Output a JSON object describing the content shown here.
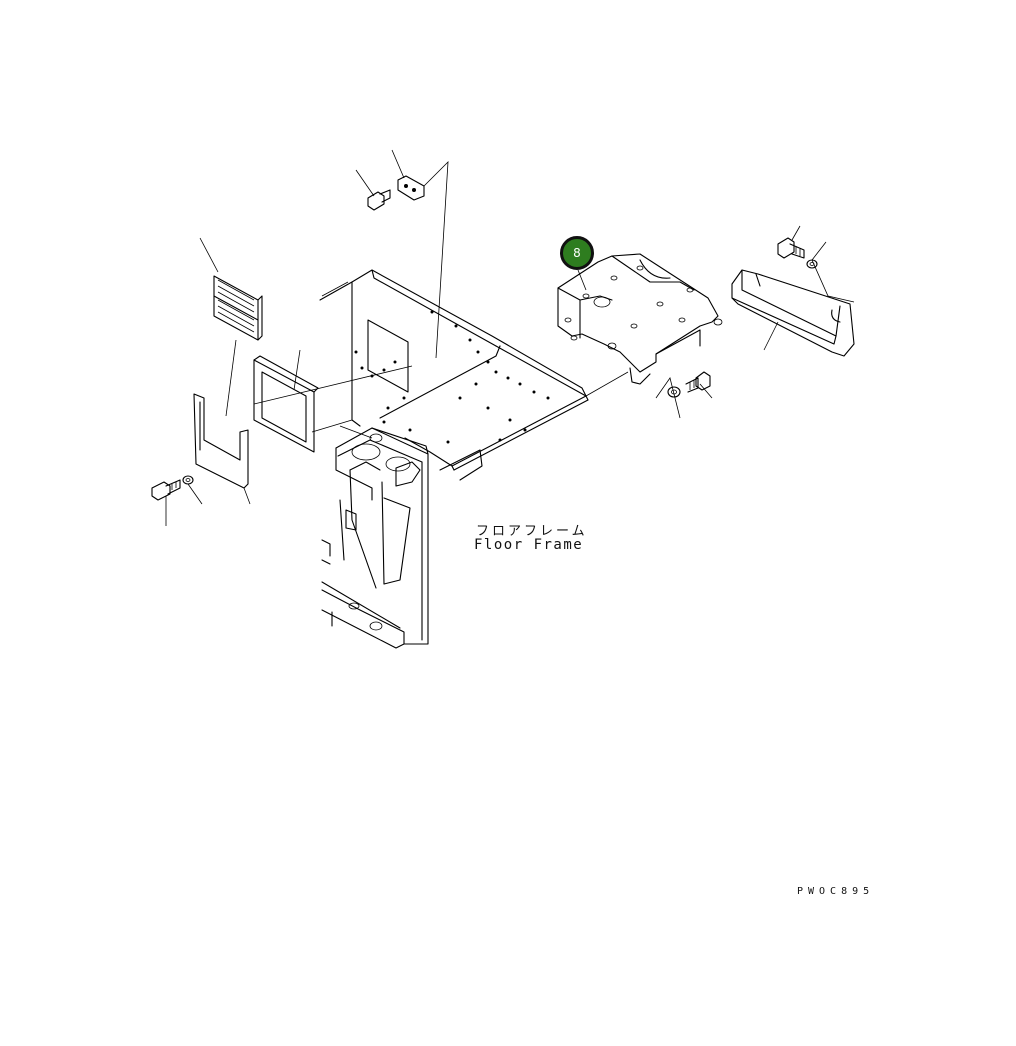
{
  "diagram": {
    "part_label_jp": "フロアフレーム",
    "part_label_en": "Floor Frame",
    "drawing_number": "PWOC895",
    "callout": {
      "number": "8",
      "color": "#2e7d1f"
    }
  }
}
